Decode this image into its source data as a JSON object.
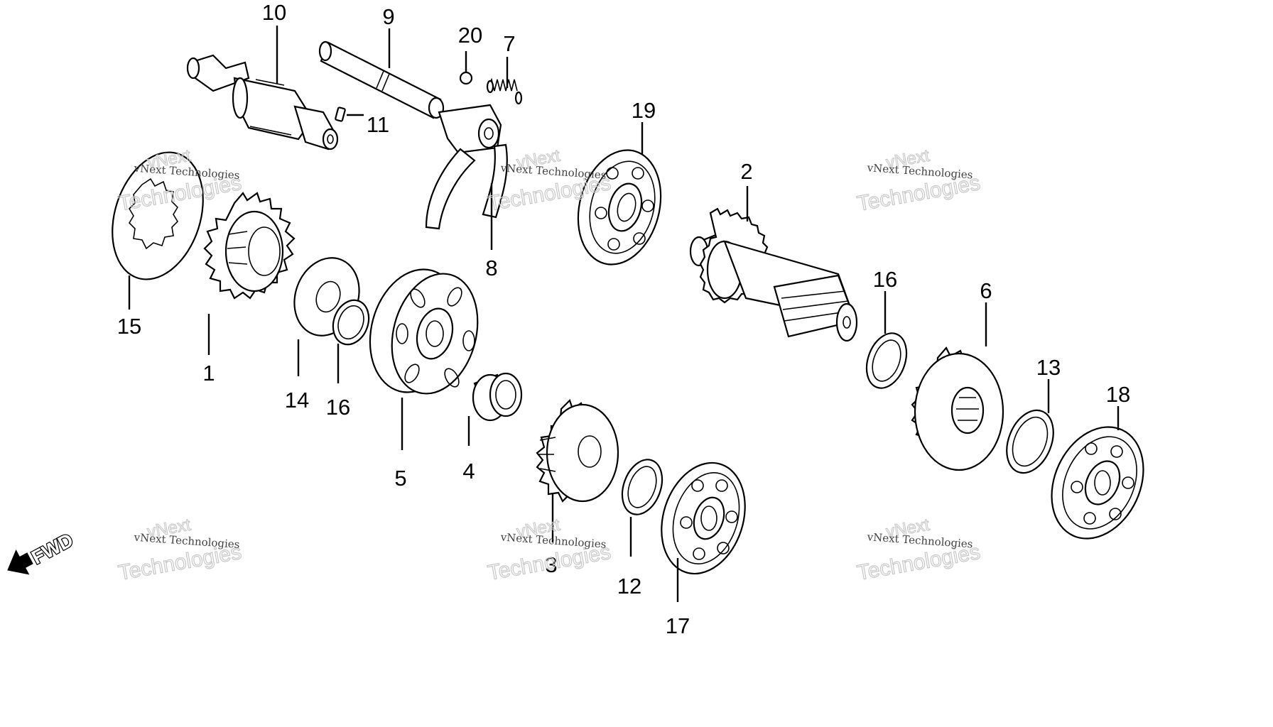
{
  "diagram": {
    "direction_label": "FWD",
    "watermarks": [
      {
        "line1": "vNext Technologies",
        "line2": "Technologies",
        "mark": "vNext"
      },
      {
        "line1": "vNext Technologies",
        "line2": "Technologies",
        "mark": "vNext"
      },
      {
        "line1": "vNext Technologies",
        "line2": "Technologies",
        "mark": "vNext"
      },
      {
        "line1": "vNext Technologies",
        "line2": "Technologies",
        "mark": "vNext"
      },
      {
        "line1": "vNext Technologies",
        "line2": "Technologies",
        "mark": "vNext"
      },
      {
        "line1": "vNext Technologies",
        "line2": "Technologies",
        "mark": "vNext"
      }
    ],
    "callouts": [
      {
        "id": "c10",
        "label": "10"
      },
      {
        "id": "c9",
        "label": "9"
      },
      {
        "id": "c20",
        "label": "20"
      },
      {
        "id": "c7",
        "label": "7"
      },
      {
        "id": "c11",
        "label": "11"
      },
      {
        "id": "c19",
        "label": "19"
      },
      {
        "id": "c2",
        "label": "2"
      },
      {
        "id": "c8",
        "label": "8"
      },
      {
        "id": "c15",
        "label": "15"
      },
      {
        "id": "c1",
        "label": "1"
      },
      {
        "id": "c14",
        "label": "14"
      },
      {
        "id": "c16a",
        "label": "16"
      },
      {
        "id": "c5",
        "label": "5"
      },
      {
        "id": "c4",
        "label": "4"
      },
      {
        "id": "c3",
        "label": "3"
      },
      {
        "id": "c12",
        "label": "12"
      },
      {
        "id": "c17",
        "label": "17"
      },
      {
        "id": "c16b",
        "label": "16"
      },
      {
        "id": "c6",
        "label": "6"
      },
      {
        "id": "c13",
        "label": "13"
      },
      {
        "id": "c18",
        "label": "18"
      }
    ]
  }
}
